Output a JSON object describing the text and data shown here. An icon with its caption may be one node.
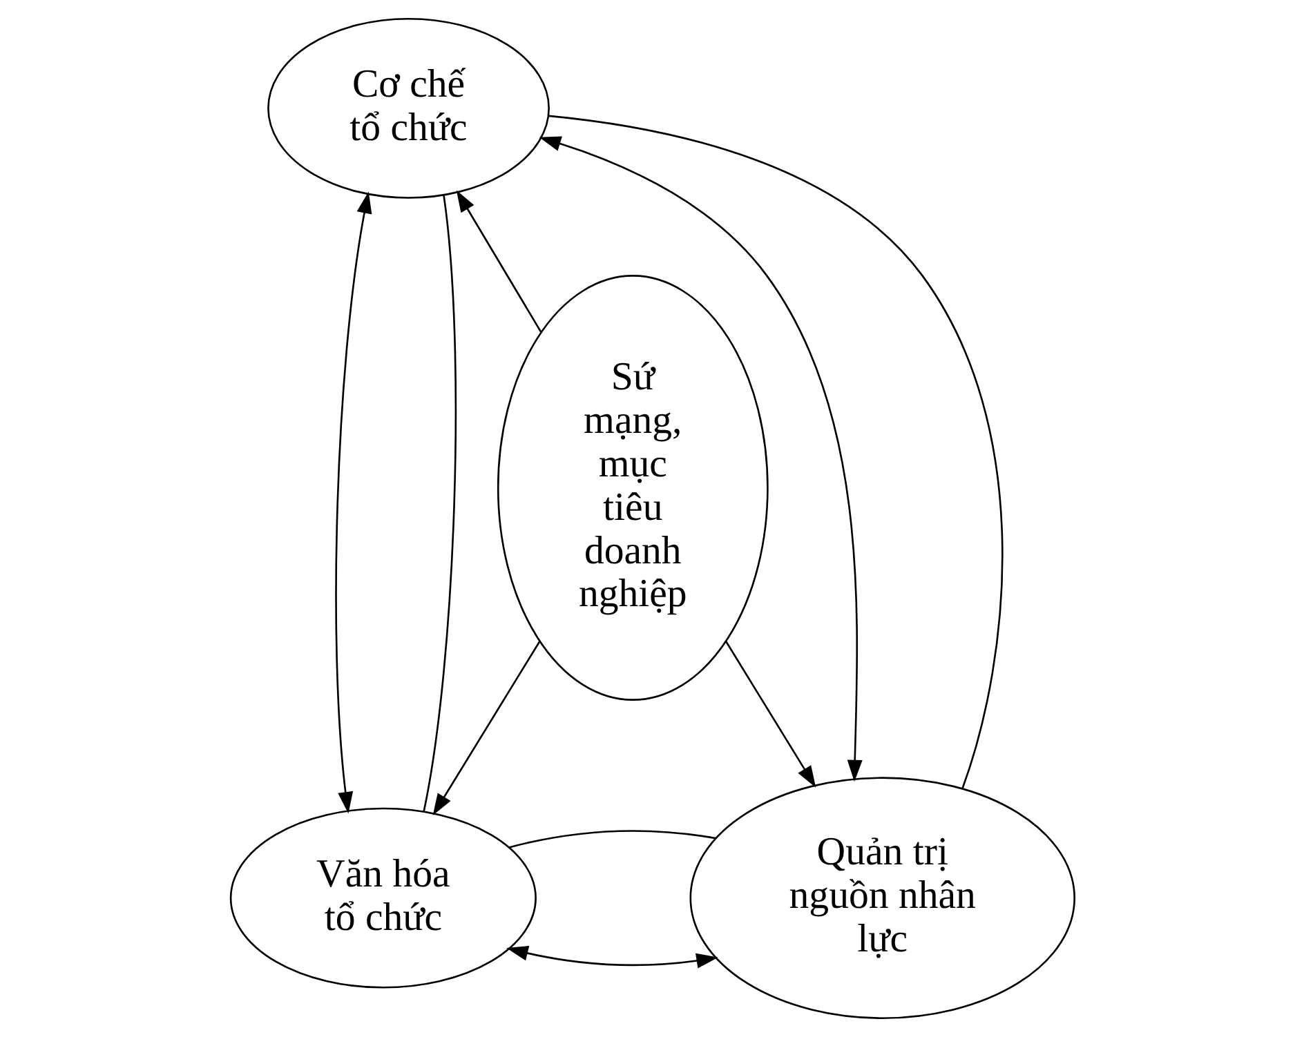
{
  "diagram": {
    "nodes": [
      {
        "text": [
          "Cơ chế tổ chức"
        ]
      },
      {
        "text": [
          "Sứ mạng, mục tiêu doanh nghiệp"
        ]
      },
      {
        "text": [
          "Văn hóa tổ chức"
        ]
      },
      {
        "text": [
          "Quản trị nguồn nhân lực"
        ]
      }
    ],
    "edges": [
      {
        "from": 1,
        "to": 0,
        "arrow": "to"
      },
      {
        "from": 1,
        "to": 2,
        "arrow": "to"
      },
      {
        "from": 1,
        "to": 3,
        "arrow": "to"
      },
      {
        "from": 0,
        "to": 2,
        "arrow": "both"
      },
      {
        "from": 0,
        "to": 3,
        "arrow": "both"
      },
      {
        "from": 2,
        "to": 3,
        "arrow": "both"
      },
      {
        "from": 0,
        "to": 2,
        "arrow": "none"
      },
      {
        "from": 0,
        "to": 3,
        "arrow": "none"
      },
      {
        "from": 2,
        "to": 3,
        "arrow": "none"
      }
    ]
  }
}
